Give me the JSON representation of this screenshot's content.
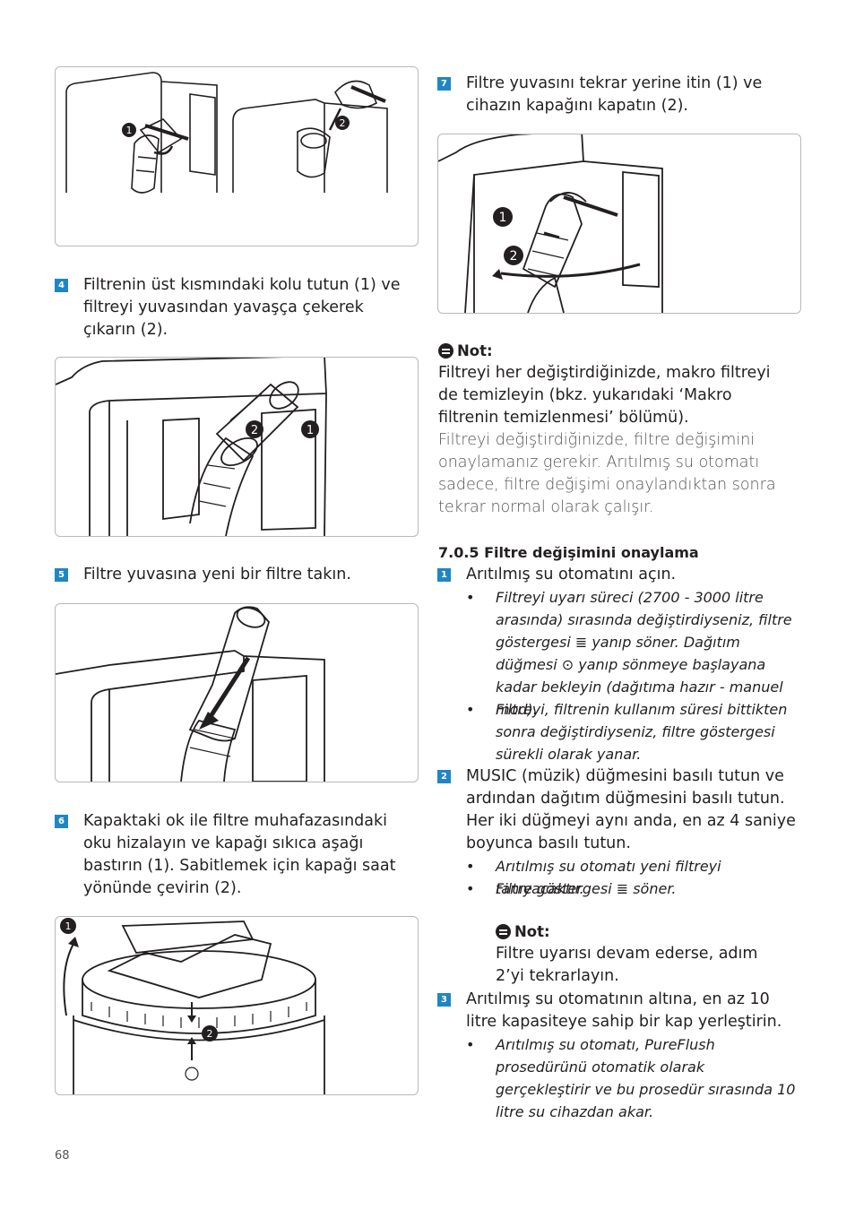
{
  "page_number": "68",
  "figures": {
    "remove_lever_labels": [
      "1",
      "2"
    ],
    "remove_filter_labels": [
      "1",
      "2"
    ],
    "lock_cap_labels": [
      "1",
      "2"
    ],
    "close_lid_labels": [
      "1",
      "2"
    ]
  },
  "steps": {
    "s4": {
      "num": "4",
      "text": "Filtrenin üst kısmındaki kolu tutun (1) ve filtreyi yuvasından yavaşça çekerek çıkarın (2)."
    },
    "s5": {
      "num": "5",
      "text": "Filtre yuvasına yeni bir filtre takın."
    },
    "s6": {
      "num": "6",
      "text": "Kapaktaki ok ile filtre muhafazasındaki oku hizalayın ve kapağı sıkıca aşağı bastırın (1). Sabitlemek için kapağı saat yönünde çevirin (2)."
    },
    "s7": {
      "num": "7",
      "text": "Filtre yuvasını tekrar yerine itin (1) ve cihazın kapağını kapatın (2)."
    }
  },
  "note1": {
    "heading": "Not:",
    "text": "Filtreyi her değiştirdiğinizde, makro filtreyi de temizleyin (bkz. yukarıdaki ‘Makro filtrenin temizlenmesi’ bölümü).",
    "text_light": "Filtreyi değiştirdiğinizde, filtre değişimini onaylamanız gerekir. Arıtılmış su otomatı sadece, filtre değişimi onaylandıktan sonra tekrar normal olarak çalışır."
  },
  "section": {
    "title": "7.0.5 Filtre değişimini onaylama",
    "step1": {
      "num": "1",
      "text": "Arıtılmış su otomatını açın."
    },
    "step1_bullets": [
      "Filtreyi uyarı süreci (2700 - 3000 litre arasında) sırasında değiştirdiyseniz, filtre göstergesi ≣ yanıp söner. Dağıtım düğmesi ⊙ yanıp sönmeye başlayana kadar bekleyin (dağıtıma hazır - manuel mod).",
      "Filtreyi, filtrenin kullanım süresi bittikten sonra değiştirdiyseniz, filtre göstergesi sürekli olarak yanar."
    ],
    "step2": {
      "num": "2",
      "text": "MUSIC (müzik) düğmesini basılı tutun ve ardından dağıtım düğmesini basılı tutun. Her iki düğmeyi aynı anda, en az 4 saniye boyunca basılı tutun."
    },
    "step2_bullets": [
      "Arıtılmış su otomatı yeni filtreyi tanıyacaktır.",
      "Filtre göstergesi ≣ söner."
    ],
    "note2": {
      "heading": "Not:",
      "text": "Filtre uyarısı devam ederse, adım 2’yi tekrarlayın."
    },
    "step3": {
      "num": "3",
      "text": "Arıtılmış su otomatının altına, en az 10 litre kapasiteye sahip bir kap yerleştirin."
    },
    "step3_bullets": [
      "Arıtılmış su otomatı, PureFlush prosedürünü otomatik olarak gerçekleştirir ve bu prosedür sırasında 10 litre su cihazdan akar."
    ]
  },
  "bullet_char": "•"
}
